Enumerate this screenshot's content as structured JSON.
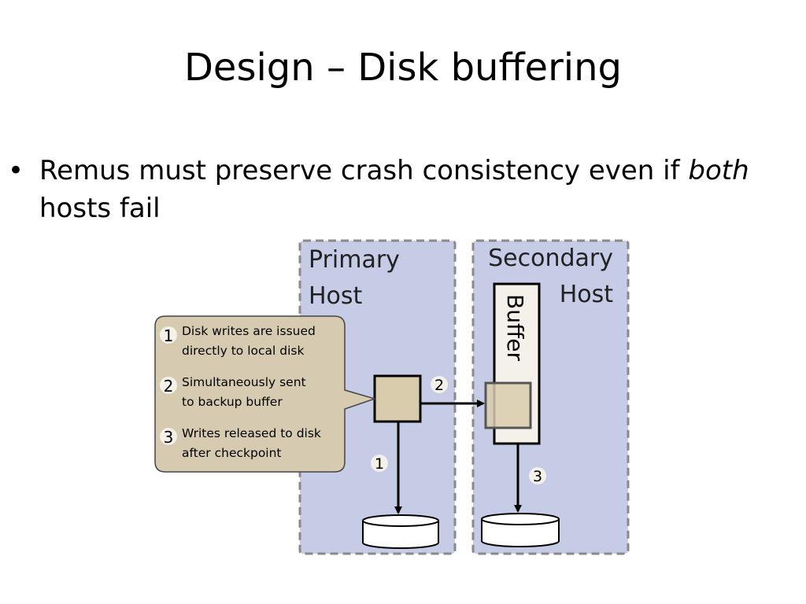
{
  "slide": {
    "title": "Design – Disk buffering",
    "bullet": {
      "before": "Remus must preserve crash consistency even if ",
      "emphasis": "both",
      "after": " hosts fail"
    }
  },
  "diagram": {
    "primary_host": [
      "Primary",
      "Host"
    ],
    "secondary_host": [
      "Secondary",
      "Host"
    ],
    "buffer_label": "Buffer",
    "callout": [
      {
        "num": "1",
        "lines": [
          "Disk writes are issued",
          "directly to local disk"
        ]
      },
      {
        "num": "2",
        "lines": [
          "Simultaneously sent",
          "to backup buffer"
        ]
      },
      {
        "num": "3",
        "lines": [
          "Writes released to disk",
          "after checkpoint"
        ]
      }
    ],
    "step_markers": [
      "1",
      "2",
      "3"
    ],
    "colors": {
      "host_fill": "#c6cbe6",
      "host_border": "#8a8a8a",
      "callout_fill": "#d6cbb0",
      "box_fill": "#d9ccad",
      "buffer_fill": "#f4f1ea"
    }
  }
}
